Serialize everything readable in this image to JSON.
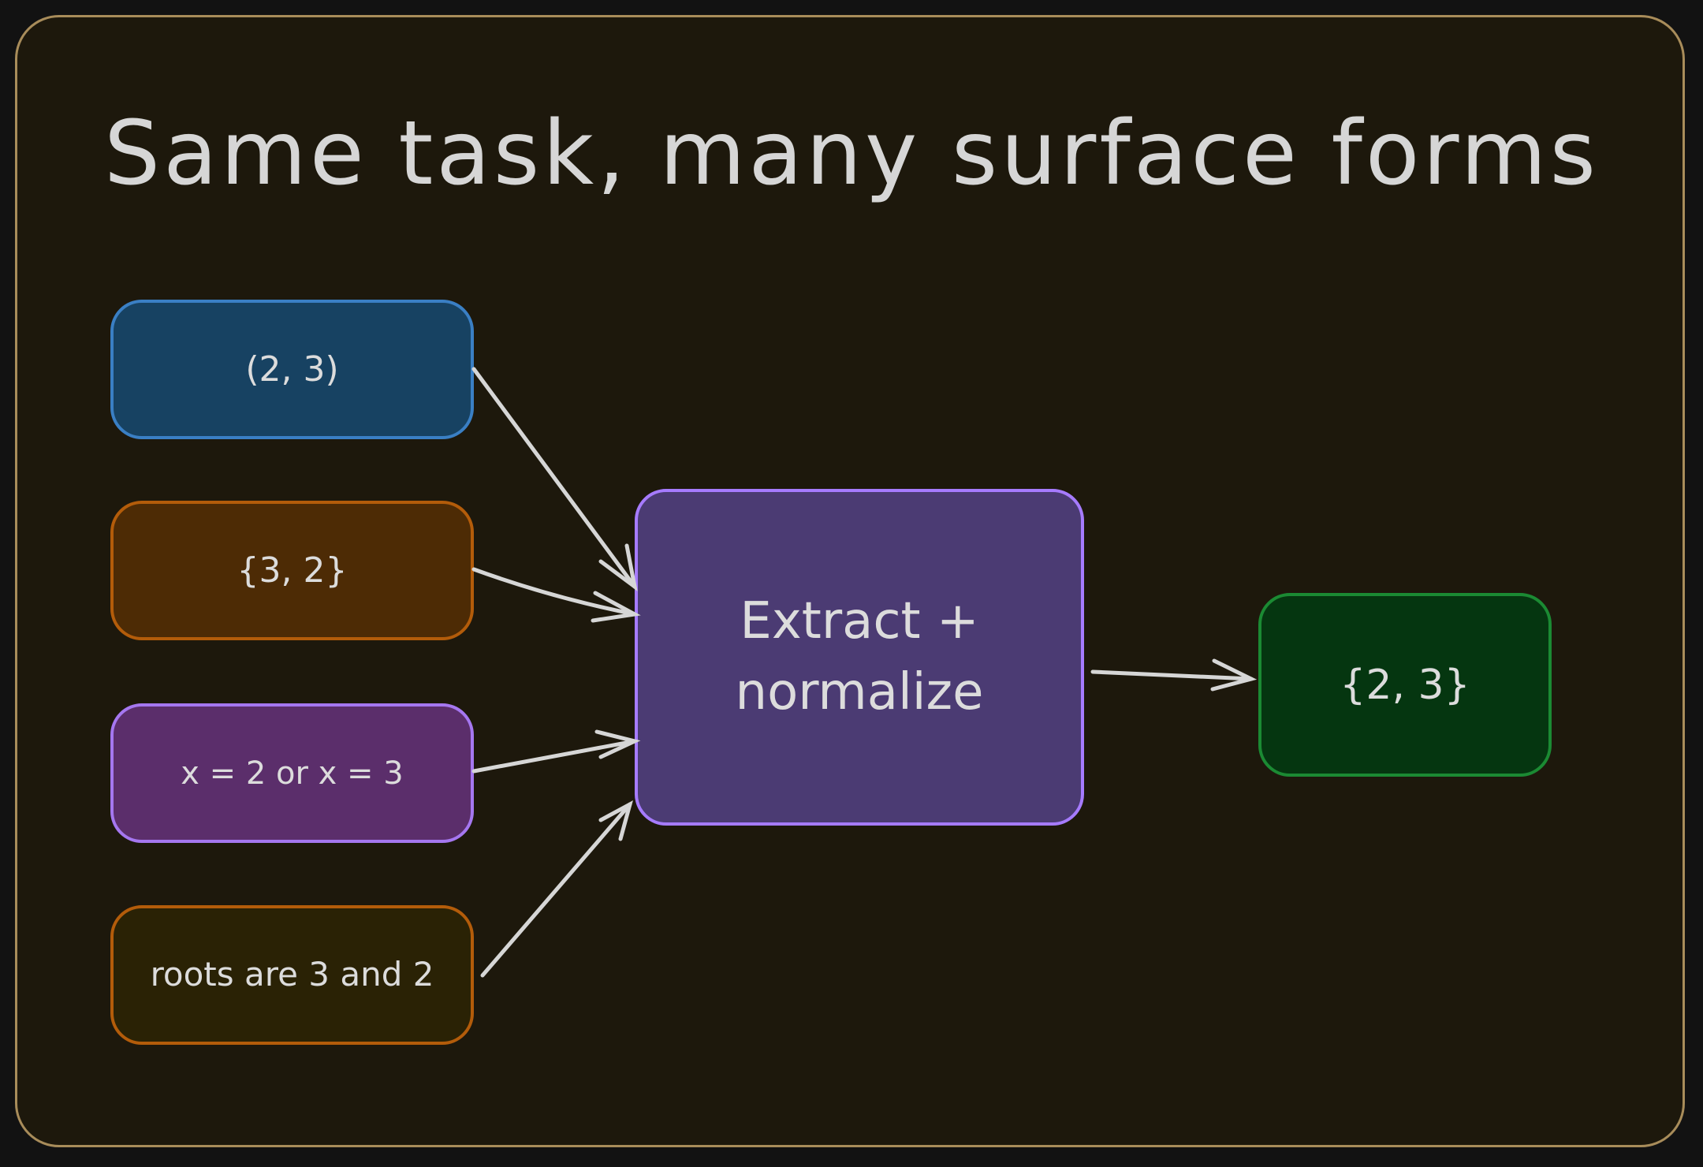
{
  "title": "Same task, many surface forms",
  "inputs": [
    {
      "label": "(2, 3)",
      "fill": "#174262",
      "stroke": "#3a7fc4"
    },
    {
      "label": "{3, 2}",
      "fill": "#4d2b05",
      "stroke": "#b35c0a"
    },
    {
      "label": "x = 2 or x = 3",
      "fill": "#5b2e6b",
      "stroke": "#a577f0"
    },
    {
      "label": "roots are 3 and 2",
      "fill": "#2a2205",
      "stroke": "#b35c0a"
    }
  ],
  "process": {
    "label": "Extract + normalize",
    "fill": "#4b3b73",
    "stroke": "#a67bff"
  },
  "output": {
    "label": "{2, 3}",
    "fill": "#053610",
    "stroke": "#1b8a33"
  }
}
